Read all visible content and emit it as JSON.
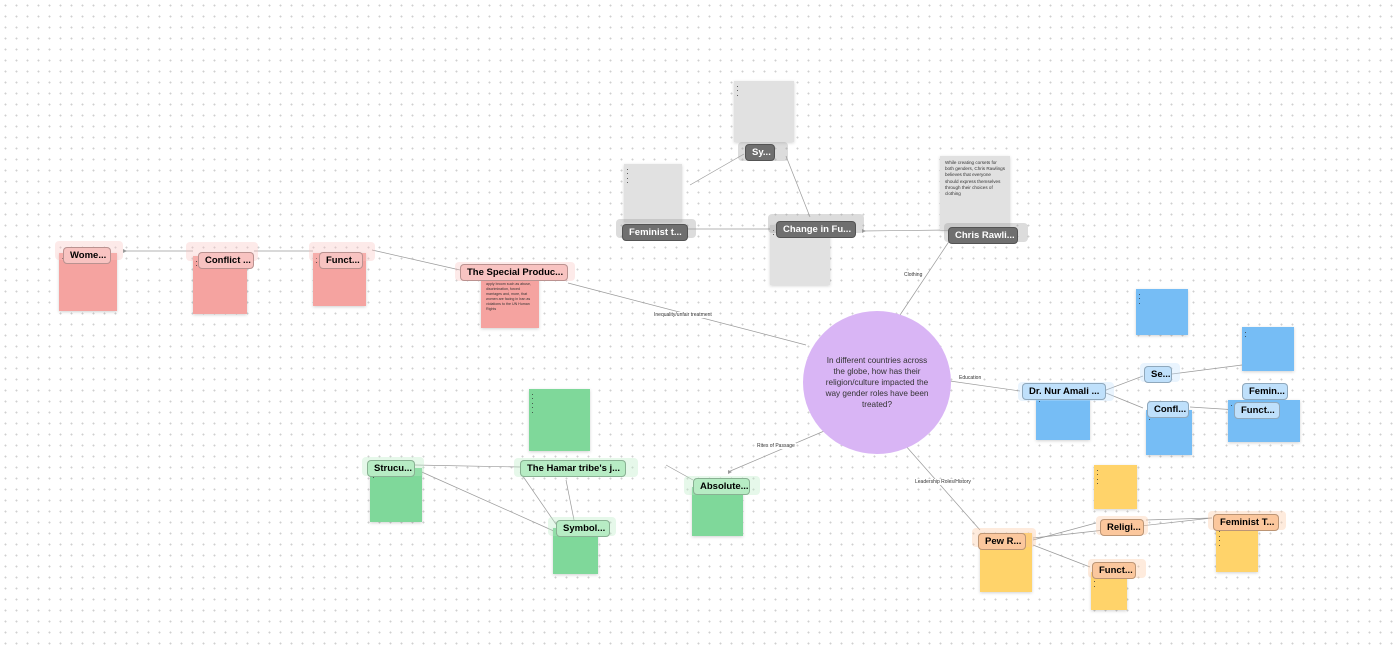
{
  "colors": {
    "pink": "#f5a3a0",
    "pink_label": "#f8c3c1",
    "gray_note": "#e1e1e1",
    "gray_label": "#6f6f6f",
    "blue": "#76bdf5",
    "blue_label": "#bfe0fb",
    "green": "#7fd89a",
    "green_label": "#b7ecc4",
    "yellow": "#ffd36a",
    "orange_label": "#fbc79d",
    "center": "#d9b5f5"
  },
  "center": {
    "text": "In different countries across the globe, how has their religion/culture impacted the way gender roles have been treated?"
  },
  "edge_labels": {
    "clothing": "Clothing",
    "inequality": "Inequality/unfair treatment",
    "education": "Education",
    "rites": "Rites of Passage",
    "leadership": "Leadership Roles/History"
  },
  "labels": {
    "women": "Wome...",
    "conflict_pink": "Conflict ...",
    "funct_pink": "Funct...",
    "special": "The Special Produc...",
    "sy": "Sy...",
    "feminist_gray": "Feminist t...",
    "change": "Change in Fu...",
    "chris": "Chris Rawli...",
    "nur": "Dr. Nur Amali ...",
    "se": "Se...",
    "conf_blue": "Confl...",
    "femin_blue": "Femin...",
    "funct_blue": "Funct...",
    "hamar": "The Hamar tribe's j...",
    "strucu": "Strucu...",
    "symbol": "Symbol...",
    "absolute": "Absolute...",
    "pew": "Pew R...",
    "religi": "Religi...",
    "funct_orange": "Funct...",
    "feminist_orange": "Feminist T..."
  },
  "notes": {
    "chris_text": "While creating corsets for both genders, Chris Rawlings believes that everyone should express themselves through their choices of clothing",
    "special_text": "apply broom such as abuse, discrimination, forced marriages and, more, that women are facing in Iran as violations to the UN Human Rights"
  }
}
